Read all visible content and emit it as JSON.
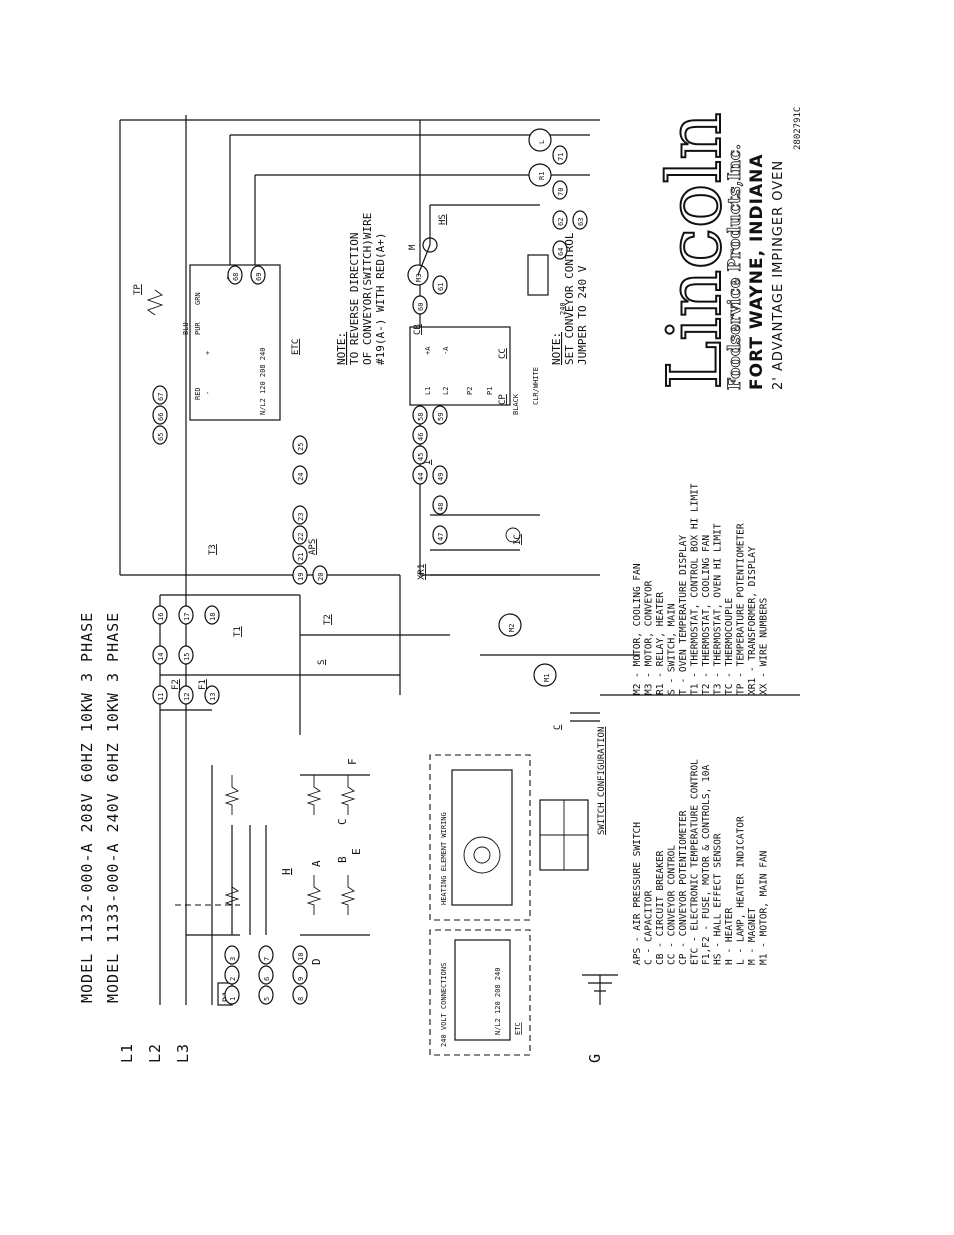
{
  "header": {
    "model_line_1": "MODEL 1132-000-A    208V 60HZ 10KW 3 PHASE",
    "model_line_2": "MODEL 1133-000-A    240V 60HZ 10KW 3 PHASE"
  },
  "lines": {
    "l1": "L1",
    "l2": "L2",
    "l3": "L3",
    "ground": "G"
  },
  "components": {
    "f1": "F1",
    "f2": "F2",
    "t1": "T1",
    "t2": "T2",
    "t3": "T3",
    "aps": "APS",
    "s": "S",
    "c": "C",
    "h": "H",
    "r1": "R1",
    "m1": "M1",
    "m2": "M2",
    "m3": "M3",
    "l": "L",
    "xr1": "XR1",
    "i": "I",
    "ic": "IC",
    "cc": "CC",
    "cp": "CP",
    "cb": "CB",
    "hs": "HS",
    "m": "M",
    "tp": "TP",
    "etc": "ETC"
  },
  "etc_box": {
    "terminals": "N/L2  120  208  240",
    "red": "RED",
    "pur": "PUR",
    "blu": "BLU",
    "grn": "GRN",
    "plus": "+",
    "minus": "-",
    "pin8": "8",
    "pin7": "7"
  },
  "cp_labels": {
    "black": "BLACK",
    "clr_white": "CLR/WHITE"
  },
  "cc_labels": {
    "l1": "L1",
    "l2": "L2",
    "p1": "P1",
    "p2": "P2",
    "a_plus": "+A",
    "a_minus": "-A"
  },
  "jumper": {
    "v240": "240",
    "v120": "120"
  },
  "heater_letters": [
    "A",
    "B",
    "C",
    "D",
    "E",
    "F"
  ],
  "notes": {
    "note1_title": "NOTE:",
    "note1_lines": [
      "TO REVERSE DIRECTION",
      "OF CONVEYOR(SWITCH)WIRE",
      "#19(A-) WITH RED(A+)"
    ],
    "note2_title": "NOTE:",
    "note2_lines": [
      "SET CONVEYOR CONTROL",
      "JUMPER TO 240 V"
    ]
  },
  "insets": {
    "v240": "240 VOLT CONNECTIONS",
    "heating": "HEATING ELEMENT WIRING",
    "switch": "SWITCH CONFIGURATION",
    "etc_terminals": "N/L2 120 208 240",
    "etc_label": "ETC"
  },
  "wire_numbers": [
    "1",
    "2",
    "3",
    "5",
    "6",
    "7",
    "8",
    "9",
    "10",
    "11",
    "12",
    "13",
    "14",
    "15",
    "16",
    "17",
    "18",
    "19",
    "20",
    "21",
    "22",
    "23",
    "24",
    "25",
    "44",
    "45",
    "46",
    "47",
    "48",
    "49",
    "58",
    "59",
    "60",
    "61",
    "62",
    "63",
    "64",
    "65",
    "66",
    "67",
    "68",
    "69",
    "70",
    "71"
  ],
  "legend_left": [
    "APS - AIR PRESSURE SWITCH",
    "C   - CAPACITOR",
    "CB  - CIRCUIT BREAKER",
    "CC  - CONVEYOR CONTROL",
    "CP  - CONVEYOR POTENTIOMETER",
    "ETC - ELECTRONIC TEMPERATURE CONTROL",
    "F1,F2 - FUSE, MOTOR & CONTROLS, 10A",
    "HS  - HALL EFFECT SENSOR",
    "H   - HEATER",
    "L   - LAMP, HEATER INDICATOR",
    "M   - MAGNET",
    "M1  - MOTOR, MAIN FAN"
  ],
  "legend_right": [
    "M2 - MOTOR, COOLING FAN",
    "M3 - MOTOR, CONVEYOR",
    "R1 - RELAY, HEATER",
    "S  - SWITCH, MAIN",
    "T  - OVEN TEMPERATURE DISPLAY",
    "T1 - THERMOSTAT, CONTROL BOX HI LIMIT",
    "T2 - THERMOSTAT, COOLING FAN",
    "T3 - THERMOSTAT, OVEN HI LIMIT",
    "TC - THERMOCOUPLE",
    "TP - TEMPERATURE POTENTIOMETER",
    "XR1 - TRANSFORMER, DISPLAY",
    "XX - WIRE NUMBERS"
  ],
  "title_block": {
    "logo": "Lincoln",
    "company": "Foodservice Products,Inc.",
    "city": "FORT WAYNE, INDIANA",
    "product": "2' ADVANTAGE IMPINGER OVEN",
    "drawing_no": "2802791C"
  }
}
